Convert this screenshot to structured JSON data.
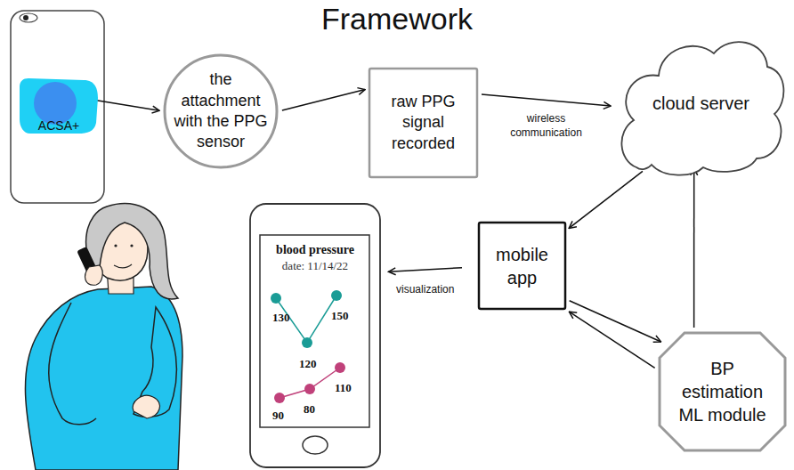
{
  "diagram": {
    "title": "Framework",
    "nodes": [
      {
        "text": [
          "ACSA+"
        ]
      },
      {
        "text": [
          "the attachment with the PPG sensor"
        ]
      },
      {
        "text": [
          "raw PPG signal recorded"
        ]
      },
      {
        "text": [
          "cloud server"
        ]
      },
      {
        "text": [
          "mobile app"
        ]
      },
      {
        "text": [
          "BP estimation ML module"
        ]
      },
      {
        "text": [
          "blood pressure",
          "date: 11/14/22"
        ]
      }
    ],
    "edges": [
      {
        "from": 0,
        "to": 1,
        "arrow": "to"
      },
      {
        "from": 1,
        "to": 2,
        "arrow": "to"
      },
      {
        "from": 2,
        "to": 3,
        "label": "wireless communication",
        "arrow": "to"
      },
      {
        "from": 3,
        "to": 4,
        "arrow": "to"
      },
      {
        "from": 5,
        "to": 3,
        "arrow": "to"
      },
      {
        "from": 4,
        "to": 5,
        "arrow": "to"
      },
      {
        "from": 5,
        "to": 4,
        "arrow": "to"
      },
      {
        "from": 4,
        "to": 6,
        "label": "visualization",
        "arrow": "to"
      }
    ],
    "labels": [
      "130",
      "120",
      "150",
      "90",
      "80",
      "110"
    ]
  }
}
